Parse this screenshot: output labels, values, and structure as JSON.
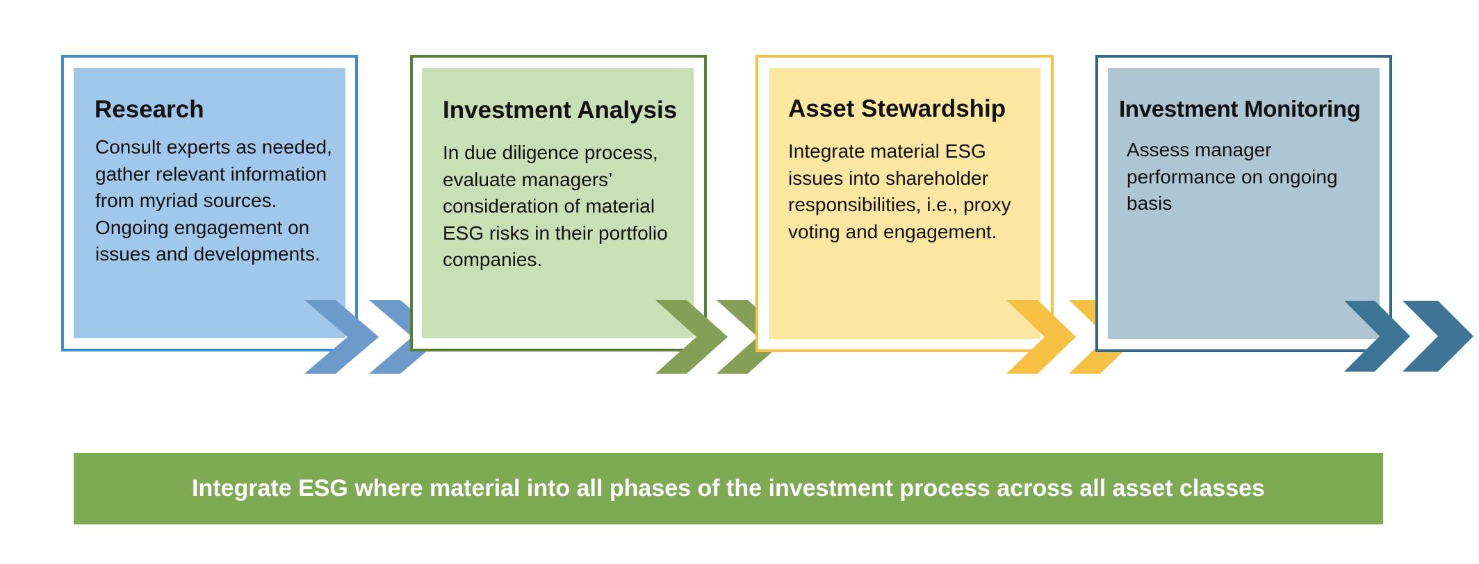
{
  "steps": [
    {
      "title": "Research",
      "description": "Consult experts as needed, gather relevant information from myriad sources. Ongoing engagement on issues and developments.",
      "frame_color": "#3D8ECF",
      "fill_color": "#A1C8EA",
      "chevron_color": "#6C9ACB",
      "chevron_icon": "double-chevron-right-icon"
    },
    {
      "title": "Investment Analysis",
      "description": "In due diligence process, evaluate managers’ consideration of material ESG risks in their portfolio companies.",
      "frame_color": "#587E38",
      "fill_color": "#C9DFB6",
      "chevron_color": "#859F57",
      "chevron_icon": "double-chevron-right-icon"
    },
    {
      "title": "Asset Stewardship",
      "description": "Integrate material ESG issues into shareholder responsibilities, i.e., proxy voting and engagement.",
      "frame_color": "#F2C24B",
      "fill_color": "#FBE6A2",
      "chevron_color": "#F6C143",
      "chevron_icon": "double-chevron-right-icon"
    },
    {
      "title": "Investment Monitoring",
      "description": "Assess manager performance on ongoing basis",
      "frame_color": "#33658A",
      "fill_color": "#AEC5D4",
      "chevron_color": "#3E7596",
      "chevron_icon": "double-chevron-right-icon"
    }
  ],
  "banner": {
    "text": "Integrate ESG where material into all phases of the investment process across all asset classes",
    "fill_color": "#7EAA54"
  }
}
